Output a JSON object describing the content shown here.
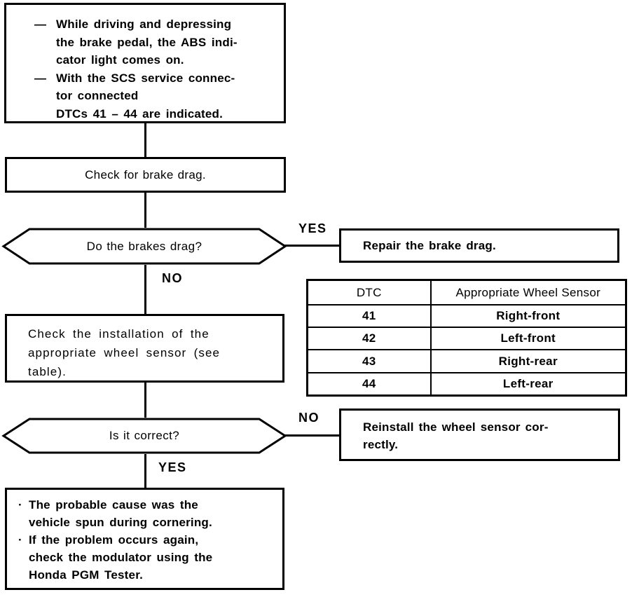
{
  "colors": {
    "ink": "#000000",
    "paper": "#ffffff"
  },
  "flowchart": {
    "symptom_box": {
      "items": [
        {
          "bullet": "—",
          "text": "While driving and depressing\nthe brake pedal, the ABS indi-\ncator light comes on."
        },
        {
          "bullet": "—",
          "text": "With the SCS service connec-\ntor connected\nDTCs 41 – 44 are indicated."
        }
      ]
    },
    "step1_label": "Check for brake drag.",
    "decision1": {
      "question": "Do the brakes drag?",
      "yes": "YES",
      "no": "NO"
    },
    "repair_label": "Repair the brake drag.",
    "step2_label": "Check the installation of the\nappropriate wheel sensor (see\ntable).",
    "decision2": {
      "question": "Is it correct?",
      "no": "NO",
      "yes": "YES"
    },
    "reinstall_label": "Reinstall the wheel sensor cor-\nrectly.",
    "conclusion_box": {
      "items": [
        {
          "bullet": "·",
          "text": "The probable cause was the\nvehicle spun during cornering."
        },
        {
          "bullet": "·",
          "text": "If the problem occurs again,\ncheck the modulator using the\nHonda PGM Tester."
        }
      ]
    }
  },
  "dtc_table": {
    "headers": [
      "DTC",
      "Appropriate Wheel Sensor"
    ],
    "rows": [
      [
        "41",
        "Right-front"
      ],
      [
        "42",
        "Left-front"
      ],
      [
        "43",
        "Right-rear"
      ],
      [
        "44",
        "Left-rear"
      ]
    ]
  }
}
